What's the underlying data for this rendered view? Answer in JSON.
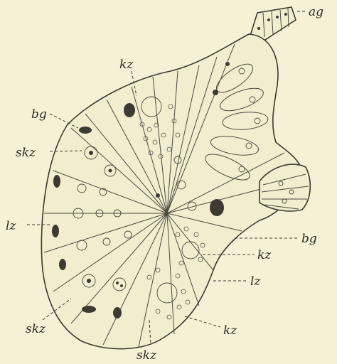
{
  "labels": {
    "ag": "ag",
    "kz_top": "kz",
    "bg_left": "bg",
    "skz_left": "skz",
    "lz_left": "lz",
    "bg_right": "bg",
    "kz_right": "kz",
    "lz_right": "lz",
    "kz_bottom": "kz",
    "skz_bottom_left": "skz",
    "skz_bottom": "skz"
  },
  "colors": {
    "paper": "#f6f1d6",
    "ink": "#3a3a30"
  }
}
